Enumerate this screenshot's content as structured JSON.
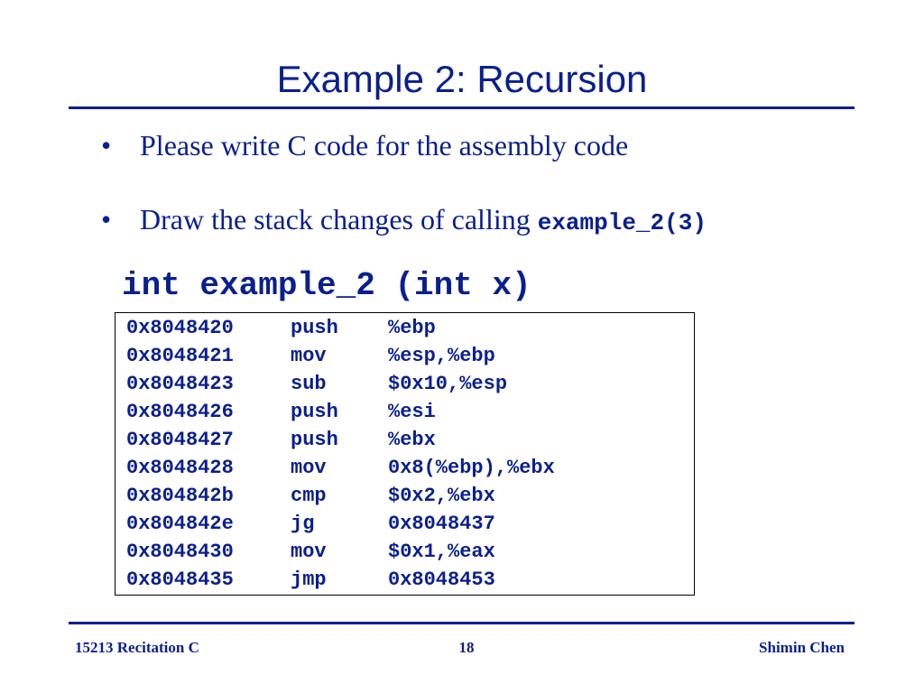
{
  "slide": {
    "title": "Example 2: Recursion",
    "bullets": [
      {
        "text": "Please write C code for the assembly code",
        "code": ""
      },
      {
        "text": "Draw the stack changes of calling ",
        "code": "example_2(3)"
      }
    ],
    "bullet_glyph": "•",
    "code_heading": "int example_2 (int x)",
    "assembly": [
      {
        "addr": "0x8048420",
        "op": "push",
        "args": "%ebp"
      },
      {
        "addr": "0x8048421",
        "op": "mov",
        "args": "%esp,%ebp"
      },
      {
        "addr": "0x8048423",
        "op": "sub",
        "args": "$0x10,%esp"
      },
      {
        "addr": "0x8048426",
        "op": "push",
        "args": "%esi"
      },
      {
        "addr": "0x8048427",
        "op": "push",
        "args": "%ebx"
      },
      {
        "addr": "0x8048428",
        "op": "mov",
        "args": "0x8(%ebp),%ebx"
      },
      {
        "addr": "0x804842b",
        "op": "cmp",
        "args": "$0x2,%ebx"
      },
      {
        "addr": "0x804842e",
        "op": "jg",
        "args": "0x8048437"
      },
      {
        "addr": "0x8048430",
        "op": "mov",
        "args": "$0x1,%eax"
      },
      {
        "addr": "0x8048435",
        "op": "jmp",
        "args": "0x8048453"
      }
    ]
  },
  "footer": {
    "left": "15213 Recitation C",
    "page_number": "18",
    "right": "Shimin Chen"
  },
  "colors": {
    "text": "#0a1f8f",
    "background": "#ffffff",
    "box_border": "#000000"
  }
}
